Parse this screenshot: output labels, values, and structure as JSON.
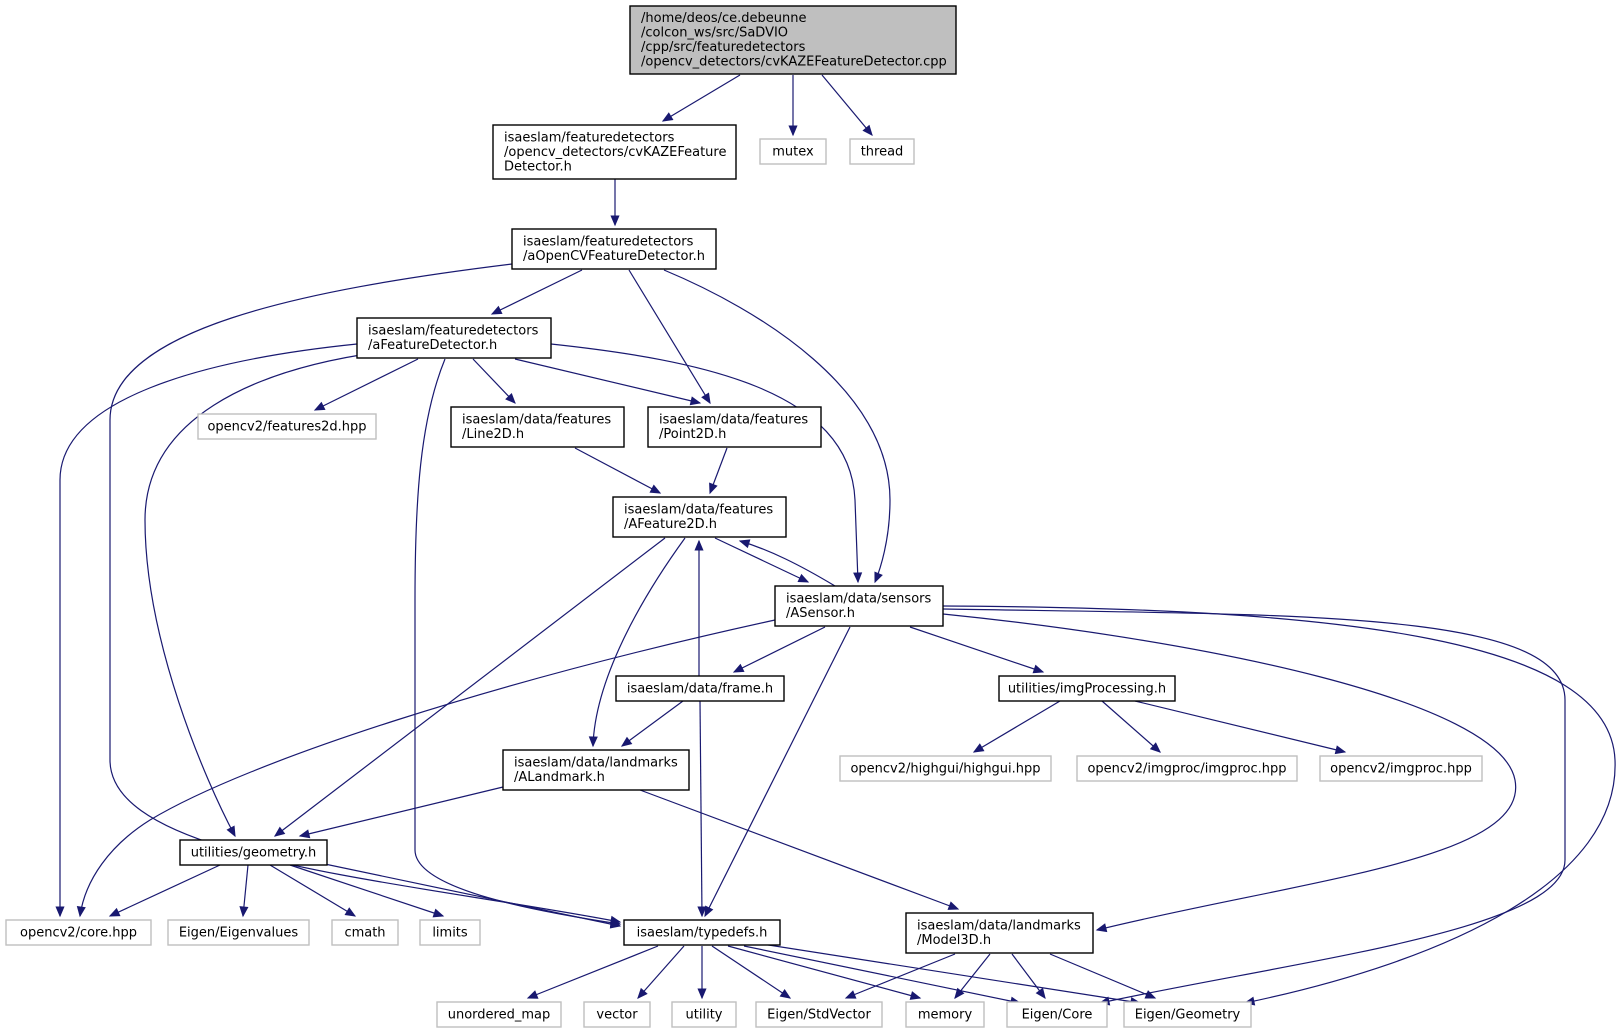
{
  "colors": {
    "edge": "#191970",
    "node_border": "#000000",
    "external_border": "#bfbfbf",
    "root_fill": "#bfbfbf",
    "node_fill": "#ffffff"
  },
  "nodes": {
    "root": {
      "lines": [
        "/home/deos/ce.debeunne",
        "/colcon_ws/src/SaDVIO",
        "/cpp/src/featuredetectors",
        "/opencv_detectors/cvKAZEFeatureDetector.cpp"
      ]
    },
    "cvkaze_h": {
      "lines": [
        "isaeslam/featuredetectors",
        "/opencv_detectors/cvKAZEFeature",
        "Detector.h"
      ]
    },
    "mutex": {
      "lines": [
        "mutex"
      ]
    },
    "thread": {
      "lines": [
        "thread"
      ]
    },
    "aopencv_h": {
      "lines": [
        "isaeslam/featuredetectors",
        "/aOpenCVFeatureDetector.h"
      ]
    },
    "afeature_h": {
      "lines": [
        "isaeslam/featuredetectors",
        "/aFeatureDetector.h"
      ]
    },
    "features2d": {
      "lines": [
        "opencv2/features2d.hpp"
      ]
    },
    "line2d": {
      "lines": [
        "isaeslam/data/features",
        "/Line2D.h"
      ]
    },
    "point2d": {
      "lines": [
        "isaeslam/data/features",
        "/Point2D.h"
      ]
    },
    "afeature2d": {
      "lines": [
        "isaeslam/data/features",
        "/AFeature2D.h"
      ]
    },
    "asensor": {
      "lines": [
        "isaeslam/data/sensors",
        "/ASensor.h"
      ]
    },
    "frame": {
      "lines": [
        "isaeslam/data/frame.h"
      ]
    },
    "imgproc_h": {
      "lines": [
        "utilities/imgProcessing.h"
      ]
    },
    "highgui": {
      "lines": [
        "opencv2/highgui/highgui.hpp"
      ]
    },
    "imgproc_imgproc": {
      "lines": [
        "opencv2/imgproc/imgproc.hpp"
      ]
    },
    "imgproc_hpp": {
      "lines": [
        "opencv2/imgproc.hpp"
      ]
    },
    "alandmark": {
      "lines": [
        "isaeslam/data/landmarks",
        "/ALandmark.h"
      ]
    },
    "geometry": {
      "lines": [
        "utilities/geometry.h"
      ]
    },
    "core_hpp": {
      "lines": [
        "opencv2/core.hpp"
      ]
    },
    "eigenvalues": {
      "lines": [
        "Eigen/Eigenvalues"
      ]
    },
    "cmath": {
      "lines": [
        "cmath"
      ]
    },
    "limits": {
      "lines": [
        "limits"
      ]
    },
    "typedefs": {
      "lines": [
        "isaeslam/typedefs.h"
      ]
    },
    "model3d": {
      "lines": [
        "isaeslam/data/landmarks",
        "/Model3D.h"
      ]
    },
    "unordered_map": {
      "lines": [
        "unordered_map"
      ]
    },
    "vector": {
      "lines": [
        "vector"
      ]
    },
    "utility": {
      "lines": [
        "utility"
      ]
    },
    "stdvector": {
      "lines": [
        "Eigen/StdVector"
      ]
    },
    "memory": {
      "lines": [
        "memory"
      ]
    },
    "eigen_core": {
      "lines": [
        "Eigen/Core"
      ]
    },
    "eigen_geometry": {
      "lines": [
        "Eigen/Geometry"
      ]
    }
  }
}
